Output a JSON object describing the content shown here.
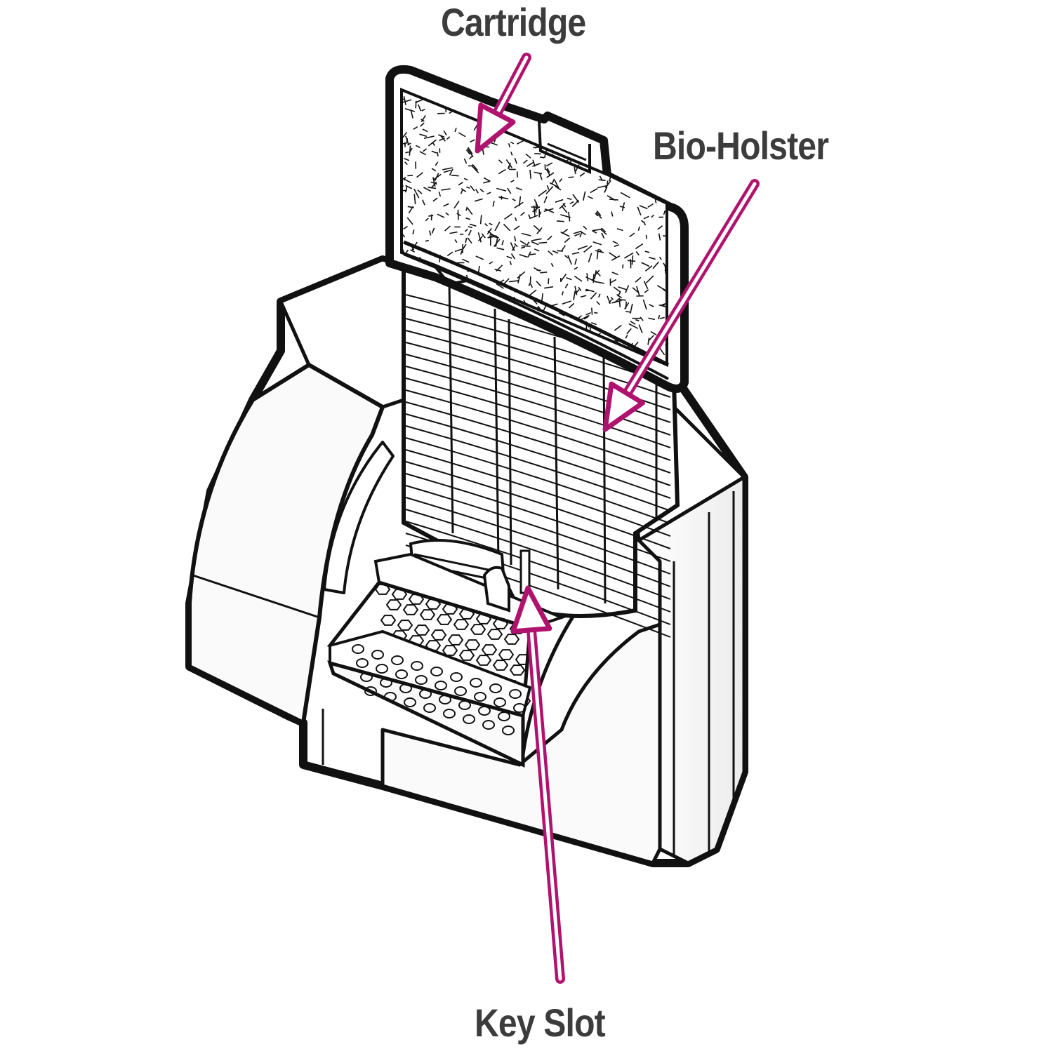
{
  "labels": {
    "cartridge": "Cartridge",
    "bio_holster": "Bio-Holster",
    "key_slot": "Key Slot"
  },
  "colors": {
    "arrow": "#b0136e",
    "outline": "#111111",
    "label": "#3c3c3c",
    "fill": "#ffffff",
    "shade": "#f2f2f2"
  }
}
